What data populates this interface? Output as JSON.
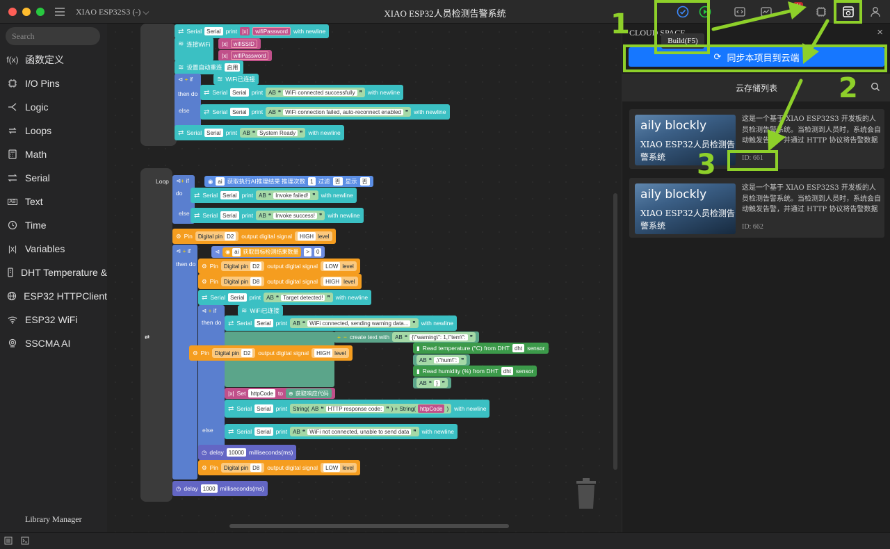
{
  "window": {
    "title": "XIAO ESP32人员检测告警系统",
    "project": "XIAO ESP32S3 (-)"
  },
  "toolbar": {
    "tooltip": "Build(F5)",
    "ai_badge": "AI"
  },
  "sidebar": {
    "search_placeholder": "Search",
    "categories": [
      {
        "icon": "f(x)",
        "label": "函数定义"
      },
      {
        "icon": "chip-icon",
        "label": "I/O Pins"
      },
      {
        "icon": "logic-icon",
        "label": "Logic"
      },
      {
        "icon": "loop-icon",
        "label": "Loops"
      },
      {
        "icon": "calculator-icon",
        "label": "Math"
      },
      {
        "icon": "serial-icon",
        "label": "Serial"
      },
      {
        "icon": "AB",
        "label": "Text"
      },
      {
        "icon": "clock-icon",
        "label": "Time"
      },
      {
        "icon": "|x|",
        "label": "Variables"
      },
      {
        "icon": "thermometer-icon",
        "label": "DHT Temperature &"
      },
      {
        "icon": "globe-icon",
        "label": "ESP32 HTTPClient"
      },
      {
        "icon": "wifi-icon",
        "label": "ESP32 WiFi"
      },
      {
        "icon": "camera-icon",
        "label": "SSCMA AI"
      }
    ],
    "library_manager": "Library Manager"
  },
  "blocks": {
    "serial": "Serial",
    "print": "print",
    "with_newline": "with newline",
    "wifi_password_var": "wifiPassword",
    "connect_wifi": "连接WiFi",
    "wifi_ssid_var": "wifiSSID",
    "auto_reconnect": "设置自动重连",
    "enable": "启用",
    "wifi_connected_block": "WiFi已连接",
    "if": "if",
    "then_do": "then do",
    "else": "else",
    "do": "do",
    "loop": "Loop",
    "msg_connected": "WiFi connected successfully",
    "msg_reconnect": "WiFi connection failed, auto-reconnect enabled",
    "msg_ready": "System Ready",
    "ai_var": "ai",
    "ai_result": "获取执行AI推理结果 推理次数",
    "one": "1",
    "filter": "过滤",
    "no": "否",
    "show": "显示",
    "msg_invoke_failed": "Invoke failed!",
    "msg_invoke_success": "Invoke success!",
    "pin": "Pin",
    "digital_pin": "Digital pin",
    "output_digital_signal": "output digital signal",
    "d2": "D2",
    "d8": "D8",
    "high": "HIGH",
    "low": "LOW",
    "level": "level",
    "detect_count": "获取目标检测结果数量",
    "gt": ">",
    "zero": "0",
    "msg_target": "Target detected!",
    "msg_sending": "WiFi connected, sending warning data...",
    "create_text_with": "create text with",
    "json1": "{\\\"warning\\\": 1,\\\"tem\\\":",
    "read_temp": "Read temperature (°C) from DHT",
    "dht_var": "dht",
    "sensor": "sensor",
    "json2": ",\\\"hum\\\":",
    "read_hum": "Read humidity (%) from DHT",
    "json3": "}",
    "set": "Set",
    "httpcode_var": "httpCode",
    "to": "to",
    "get_response": "获取响应代码",
    "string_fn": "String(",
    "plus_string": ") + String(",
    "close_paren": ")",
    "msg_http": "HTTP response code:",
    "msg_not_connected": "WiFi not connected, unable to send data",
    "delay": "delay",
    "ms": "milliseconds(ms)",
    "d10000": "10000",
    "d1000": "1000"
  },
  "panel": {
    "title": "CLOUD SPACE",
    "sync_button": "同步本项目到云端",
    "list_title": "云存储列表",
    "cards": [
      {
        "brand": "aily blockly",
        "name": "XIAO ESP32人员检测告警系统",
        "desc": "这是一个基于 XIAO ESP32S3 开发板的人员检测告警系统。当检测到人员时，系统会自动触发告警，并通过 HTTP 协议将告警数据",
        "id": "ID: 661"
      },
      {
        "brand": "aily blockly",
        "name": "XIAO ESP32人员检测告警系统",
        "desc": "这是一个基于 XIAO ESP32S3 开发板的人员检测告警系统。当检测到人员时，系统会自动触发告警，并通过 HTTP 协议将告警数据",
        "id": "ID: 662"
      }
    ]
  },
  "annotations": [
    "1",
    "2",
    "3"
  ],
  "colors": {
    "accent": "#1677ff",
    "annotation": "#8ed02a",
    "serial_block": "#3bc0c3",
    "pin_block": "#f59d1f"
  }
}
